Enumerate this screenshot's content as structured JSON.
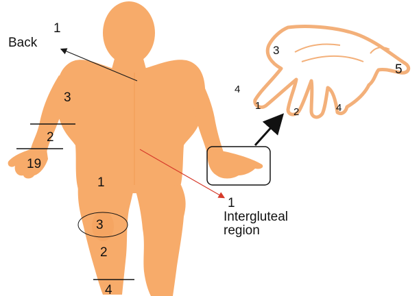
{
  "labels": {
    "back_number": "1",
    "back_text": "Back",
    "shoulder": "3",
    "forearm": "2",
    "hand": "19",
    "thigh": "1",
    "knee": "3",
    "calf": "2",
    "foot": "4",
    "glute_number": "1",
    "glute_text_1": "Intergluteal",
    "glute_text_2": "region",
    "palm": "3",
    "thumb": "5",
    "little_finger": "4",
    "ring_finger": "1",
    "middle_finger": "2",
    "index_finger": "4"
  },
  "colors": {
    "skin": "#f7ab6a",
    "skin_shade": "#f19a52",
    "hand_outline": "#f3b07a",
    "back_arrow": "#1a1a1a",
    "glute_arrow": "#d63a2a",
    "zoom_arrow": "#111111"
  }
}
